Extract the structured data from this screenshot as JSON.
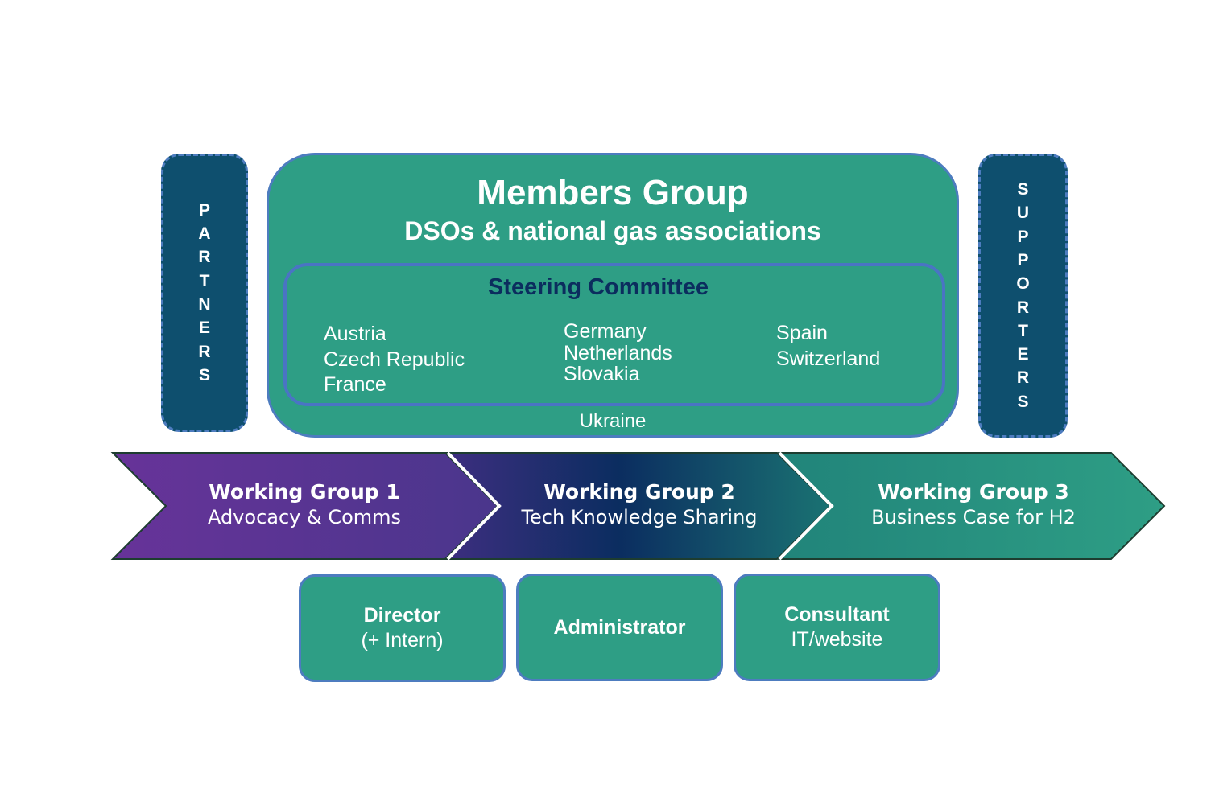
{
  "partners": {
    "letters": [
      "P",
      "A",
      "R",
      "T",
      "N",
      "E",
      "R",
      "S"
    ]
  },
  "supporters": {
    "letters": [
      "S",
      "U",
      "P",
      "P",
      "O",
      "R",
      "T",
      "E",
      "R",
      "S"
    ]
  },
  "members": {
    "title": "Members Group",
    "subtitle": "DSOs & national gas associations",
    "steering": {
      "title": "Steering Committee",
      "col1": [
        "Austria",
        "Czech Republic",
        "France"
      ],
      "col2": [
        "Germany",
        "Netherlands",
        "Slovakia"
      ],
      "col3": [
        "Spain",
        "Switzerland"
      ]
    },
    "extra": "Ukraine"
  },
  "working_groups": [
    {
      "title": "Working Group 1",
      "subtitle": "Advocacy & Comms"
    },
    {
      "title": "Working Group 2",
      "subtitle": "Tech Knowledge Sharing"
    },
    {
      "title": "Working Group 3",
      "subtitle": "Business Case for H2"
    }
  ],
  "staff": [
    {
      "title": "Director",
      "subtitle": "(+ Intern)"
    },
    {
      "title": "Administrator",
      "subtitle": ""
    },
    {
      "title": "Consultant",
      "subtitle": "IT/website"
    }
  ],
  "colors": {
    "teal": "#2e9e85",
    "navy": "#0e4f6e",
    "border": "#4d7cbf",
    "steering_title": "#0b2d5e"
  }
}
